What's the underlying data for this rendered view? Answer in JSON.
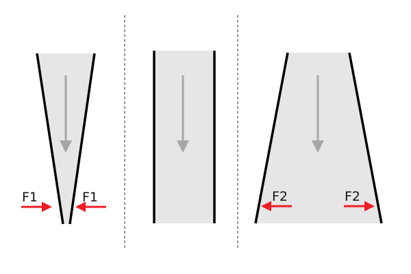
{
  "diagram": {
    "panels": [
      {
        "name": "narrowing",
        "force_label_left": "F1",
        "force_label_right": "F1",
        "force_direction": "inward"
      },
      {
        "name": "straight"
      },
      {
        "name": "widening",
        "force_label_left": "F2",
        "force_label_right": "F2",
        "force_direction": "outward"
      }
    ],
    "colors": {
      "fill": "#e6e6e6",
      "wall": "#000000",
      "flow_arrow": "#a6a6a6",
      "force_arrow": "#ee1c25",
      "divider": "#333333"
    }
  }
}
